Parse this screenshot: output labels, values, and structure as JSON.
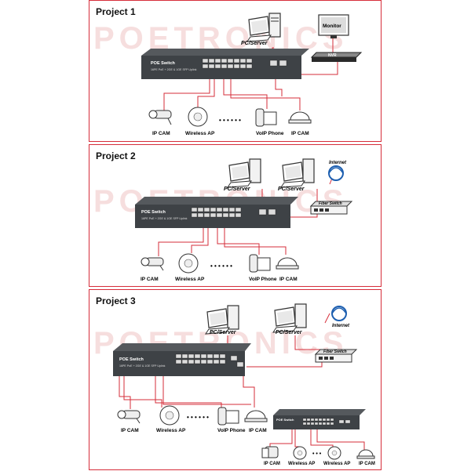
{
  "watermark": "POETRONICS",
  "projects": [
    {
      "title": "Project 1",
      "labels": {
        "pc1": "PC/Server",
        "monitor": "Monitor",
        "nvr": "NVR",
        "switch_name": "POE Switch",
        "switch_sub": "16PE PoE + 2GE & 1GE SFP Uplink",
        "ipcam": "IP CAM",
        "ap": "Wireless AP",
        "voip": "VoIP Phone",
        "dome": "IP CAM",
        "dots": "• • • • • •"
      }
    },
    {
      "title": "Project 2",
      "labels": {
        "pc1": "PC/Server",
        "pc2": "PC/Server",
        "internet": "Internet",
        "fiber": "Fiber Switch",
        "switch_name": "POE Switch",
        "switch_sub": "16PE PoE + 2GE & 1GE SFP Uplink",
        "ipcam": "IP CAM",
        "ap": "Wireless AP",
        "voip": "VoIP Phone",
        "dome": "IP CAM",
        "dots": "• • • • • •"
      }
    },
    {
      "title": "Project 3",
      "labels": {
        "pc1": "PC/Server",
        "pc2": "PC/Server",
        "internet": "Internet",
        "fiber": "Fiber Switch",
        "switch_name": "POE Switch",
        "switch_sub": "16PE PoE + 2GE & 1GE SFP Uplink",
        "ipcam": "IP CAM",
        "ap": "Wireless AP",
        "voip": "VoIP Phone",
        "dome": "IP CAM",
        "dots": "• • • • • •",
        "small_switch_name": "POE Switch",
        "small_ipcam": "IP CAM",
        "small_ap1": "Wireless AP",
        "small_ap2": "Wireless AP",
        "small_dome": "IP CAM",
        "small_dots": "• • •"
      }
    }
  ],
  "colors": {
    "border": "#d62d3a",
    "cable": "#d62d3a",
    "switch_body": "#3e4246"
  }
}
